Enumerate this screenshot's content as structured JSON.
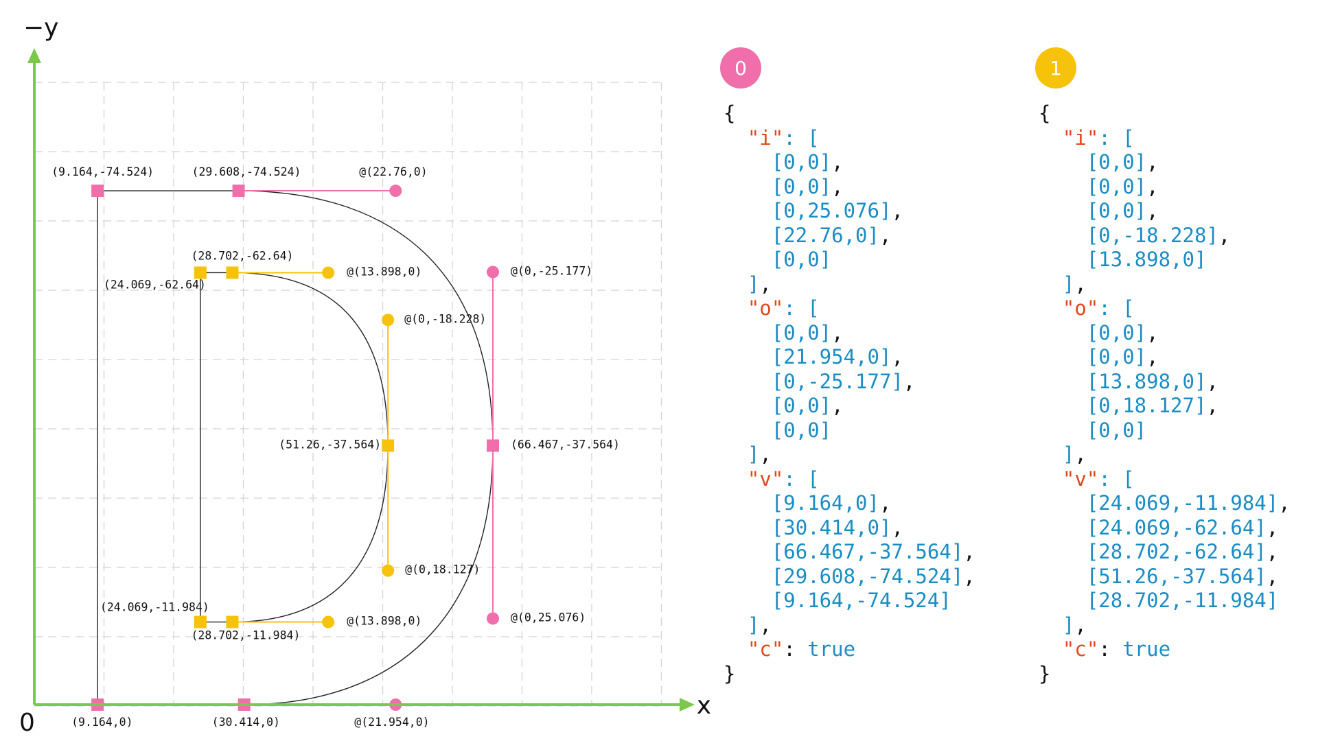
{
  "axes": {
    "y_label": "−y",
    "x_label": "x",
    "origin_label": "0"
  },
  "colors": {
    "path0": "#f06eaa",
    "path1": "#f7c20a",
    "axis": "#7cc84c",
    "grid": "#d4d4d4",
    "key": "#e2461a",
    "num": "#1a8cc4"
  },
  "paths": [
    {
      "badge": "0",
      "v": [
        [
          9.164,
          0
        ],
        [
          30.414,
          0
        ],
        [
          66.467,
          -37.564
        ],
        [
          29.608,
          -74.524
        ],
        [
          9.164,
          -74.524
        ]
      ],
      "i": [
        [
          0,
          0
        ],
        [
          0,
          0
        ],
        [
          0,
          25.076
        ],
        [
          22.76,
          0
        ],
        [
          0,
          0
        ]
      ],
      "o": [
        [
          0,
          0
        ],
        [
          21.954,
          0
        ],
        [
          0,
          -25.177
        ],
        [
          0,
          0
        ],
        [
          0,
          0
        ]
      ],
      "c": true,
      "v_text": [
        "[9.164,0]",
        "[30.414,0]",
        "[66.467,-37.564]",
        "[29.608,-74.524]",
        "[9.164,-74.524]"
      ],
      "i_text": [
        "[0,0]",
        "[0,0]",
        "[0,25.076]",
        "[22.76,0]",
        "[0,0]"
      ],
      "o_text": [
        "[0,0]",
        "[21.954,0]",
        "[0,-25.177]",
        "[0,0]",
        "[0,0]"
      ]
    },
    {
      "badge": "1",
      "v": [
        [
          24.069,
          -11.984
        ],
        [
          24.069,
          -62.64
        ],
        [
          28.702,
          -62.64
        ],
        [
          51.26,
          -37.564
        ],
        [
          28.702,
          -11.984
        ]
      ],
      "i": [
        [
          0,
          0
        ],
        [
          0,
          0
        ],
        [
          0,
          0
        ],
        [
          0,
          -18.228
        ],
        [
          13.898,
          0
        ]
      ],
      "o": [
        [
          0,
          0
        ],
        [
          0,
          0
        ],
        [
          13.898,
          0
        ],
        [
          0,
          18.127
        ],
        [
          0,
          0
        ]
      ],
      "c": true,
      "v_text": [
        "[24.069,-11.984]",
        "[24.069,-62.64]",
        "[28.702,-62.64]",
        "[51.26,-37.564]",
        "[28.702,-11.984]"
      ],
      "i_text": [
        "[0,0]",
        "[0,0]",
        "[0,0]",
        "[0,-18.228]",
        "[13.898,0]"
      ],
      "o_text": [
        "[0,0]",
        "[0,0]",
        "[13.898,0]",
        "[0,18.127]",
        "[0,0]"
      ]
    }
  ],
  "point_labels": [
    {
      "text": "(9.164,-74.524)",
      "at": [
        9.164,
        -74.524
      ],
      "path": 0
    },
    {
      "text": "(29.608,-74.524)",
      "at": [
        29.608,
        -74.524
      ],
      "path": 0
    },
    {
      "text": "@(22.76,0)",
      "at": [
        52.368,
        -74.524
      ],
      "path": 0
    },
    {
      "text": "@(0,-25.177)",
      "at": [
        66.467,
        -62.741
      ],
      "path": 0
    },
    {
      "text": "(66.467,-37.564)",
      "at": [
        66.467,
        -37.564
      ],
      "path": 0
    },
    {
      "text": "@(0,25.076)",
      "at": [
        66.467,
        -12.488
      ],
      "path": 0
    },
    {
      "text": "(9.164,0)",
      "at": [
        9.164,
        0
      ],
      "path": 0
    },
    {
      "text": "(30.414,0)",
      "at": [
        30.414,
        0
      ],
      "path": 0
    },
    {
      "text": "@(21.954,0)",
      "at": [
        52.368,
        0
      ],
      "path": 0
    },
    {
      "text": "(28.702,-62.64)",
      "at": [
        28.702,
        -62.64
      ],
      "path": 1
    },
    {
      "text": "(24.069,-62.64)",
      "at": [
        24.069,
        -62.64
      ],
      "path": 1
    },
    {
      "text": "@(13.898,0)",
      "at": [
        42.6,
        -62.64
      ],
      "path": 1
    },
    {
      "text": "@(0,-18.228)",
      "at": [
        51.26,
        -55.792
      ],
      "path": 1
    },
    {
      "text": "(51.26,-37.564)",
      "at": [
        51.26,
        -37.564
      ],
      "path": 1
    },
    {
      "text": "@(0,18.127)",
      "at": [
        51.26,
        -19.437
      ],
      "path": 1
    },
    {
      "text": "(24.069,-11.984)",
      "at": [
        24.069,
        -11.984
      ],
      "path": 1
    },
    {
      "text": "(28.702,-11.984)",
      "at": [
        28.702,
        -11.984
      ],
      "path": 1
    },
    {
      "text": "@(13.898,0)",
      "at": [
        42.6,
        -11.984
      ],
      "path": 1
    }
  ]
}
